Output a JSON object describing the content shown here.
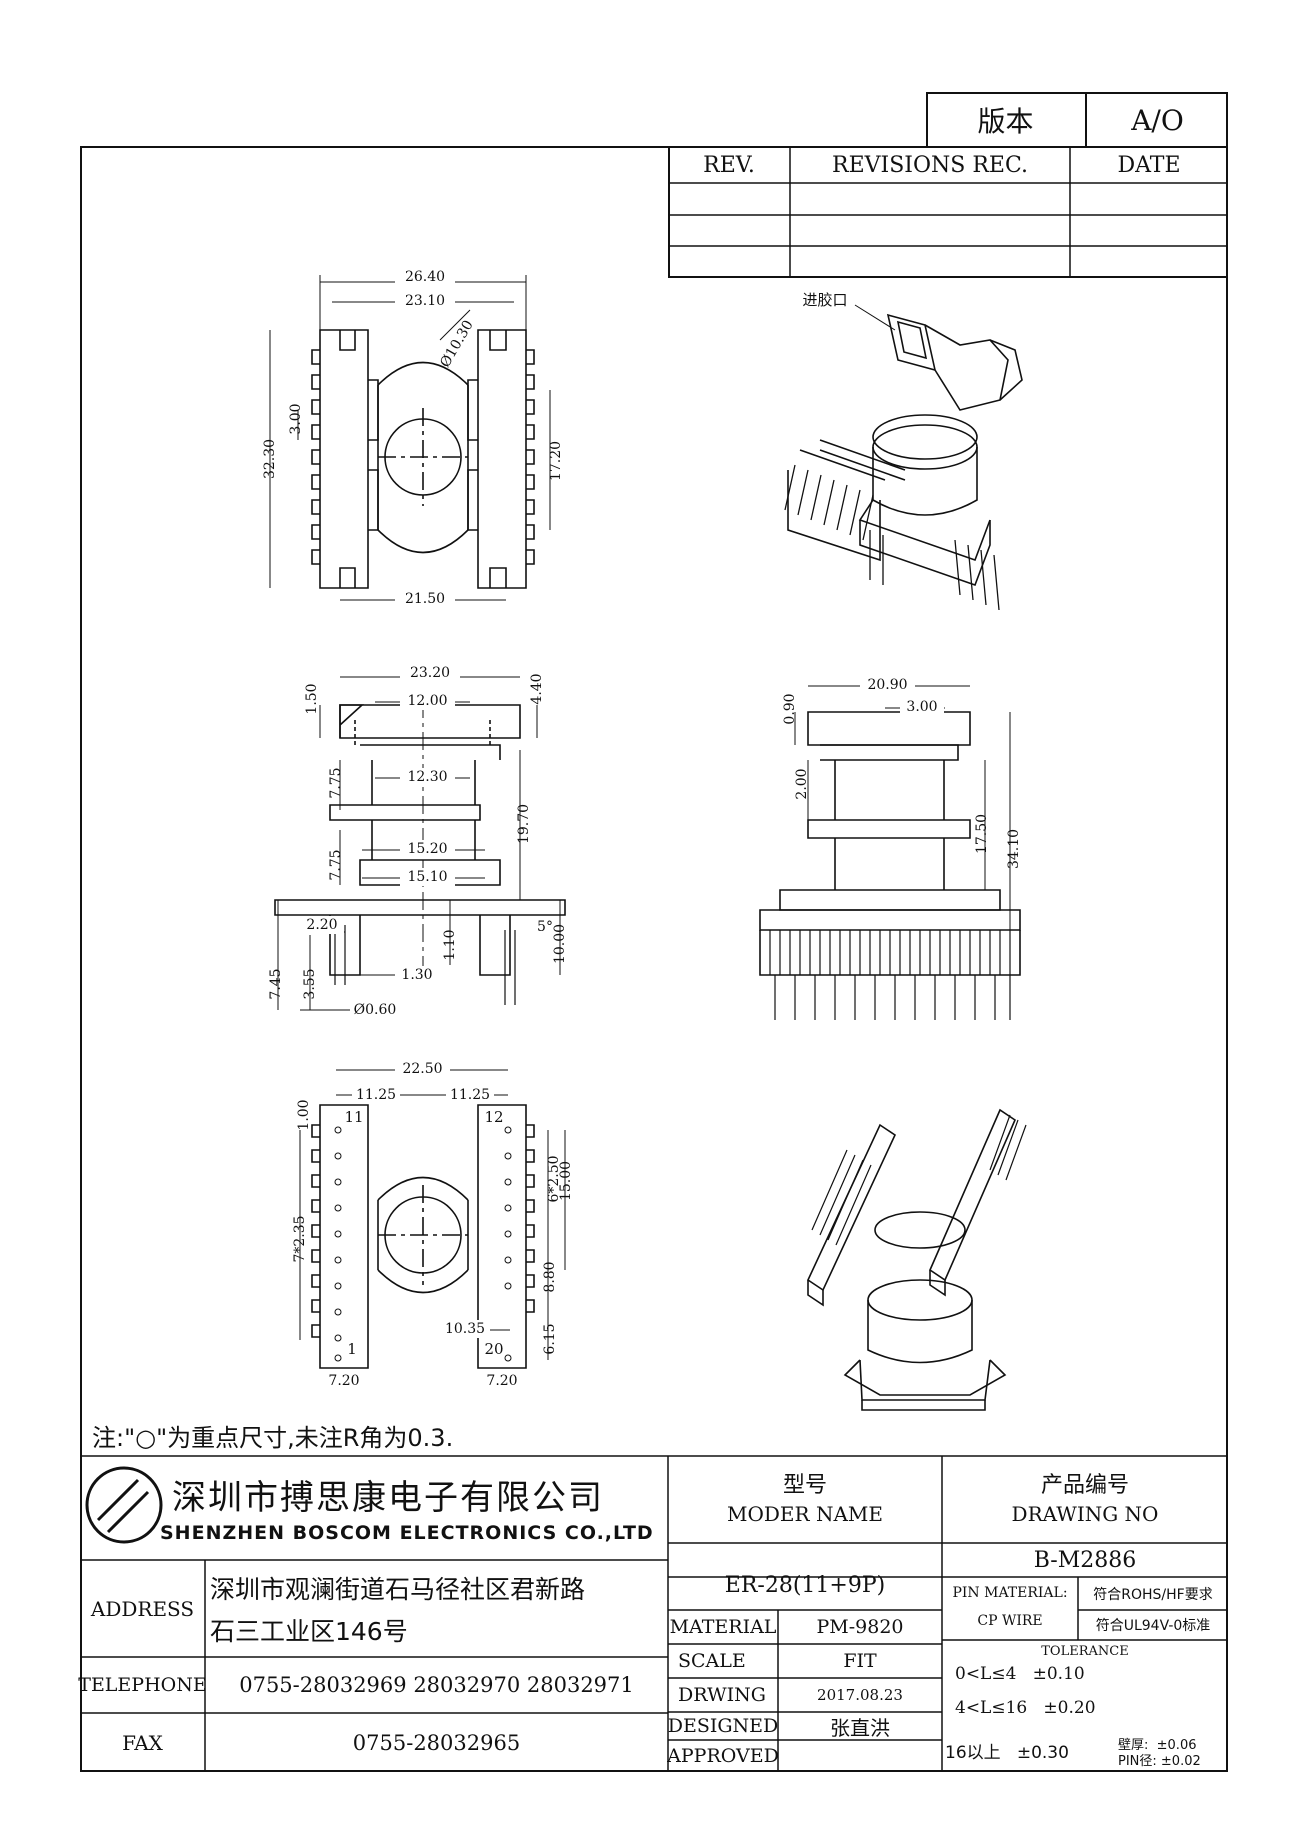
{
  "version_box": {
    "label": "版本",
    "value": "A/O"
  },
  "revisions": {
    "col_rev": "REV.",
    "col_rec": "REVISIONS REC.",
    "col_date": "DATE"
  },
  "gate_label": "进胶口",
  "dims": {
    "top": {
      "a": "26.40",
      "b": "23.10",
      "c": "21.50",
      "h": "32.30",
      "h2": "3.00",
      "h3": "17.20",
      "dia": "Ø10.30"
    },
    "mid": {
      "a": "23.20",
      "b": "12.00",
      "c": "12.30",
      "d": "15.20",
      "e": "15.10",
      "f": "1.50",
      "g": "4.40",
      "h": "7.75",
      "i": "7.75",
      "j": "19.70",
      "k": "2.20",
      "l": "1.10",
      "m": "10.00",
      "n": "7.45",
      "o": "3.55",
      "p": "1.30",
      "q": "Ø0.60",
      "angle": "5°"
    },
    "side": {
      "a": "20.90",
      "b": "3.00",
      "c": "0.90",
      "d": "2.00",
      "e": "17.50",
      "f": "34.10"
    },
    "bottom": {
      "a": "22.50",
      "b": "11.25",
      "c": "11.25",
      "d": "1.00",
      "e": "7*2.35",
      "f": "6*2.50",
      "g": "15.00",
      "h": "8.80",
      "i": "6.15",
      "j": "10.35",
      "k": "7.20",
      "l": "7.20",
      "p11": "11",
      "p12": "12",
      "p1": "1",
      "p20": "20"
    }
  },
  "note": "注:\"○\"为重点尺寸,未注R角为0.3.",
  "company": {
    "cn": "深圳市搏思康电子有限公司",
    "en": "SHENZHEN BOSCOM ELECTRONICS CO.,LTD"
  },
  "title_block": {
    "model_cn": "型号",
    "model_en": "MODER NAME",
    "model_value": "ER-28(11+9P)",
    "drawing_cn": "产品编号",
    "drawing_en": "DRAWING NO",
    "drawing_value": "B-M2886",
    "address_label": "ADDRESS",
    "address_line1": "深圳市观澜街道石马径社区君新路",
    "address_line2": "石三工业区146号",
    "telephone_label": "TELEPHONE",
    "telephone_value": "0755-28032969 28032970 28032971",
    "fax_label": "FAX",
    "fax_value": "0755-28032965",
    "material_label": "MATERIAL",
    "material_value": "PM-9820",
    "scale_label": "SCALE",
    "scale_value": "FIT",
    "drwing_label": "DRWING",
    "drwing_value": "2017.08.23",
    "designed_label": "DESIGNED",
    "designed_value": "张直洪",
    "approved_label": "APPROVED",
    "approved_value": "",
    "pin_material_label": "PIN MATERIAL:",
    "pin_material_value": "CP WIRE",
    "rohs": "符合ROHS/HF要求",
    "ul": "符合UL94V-0标准",
    "tolerance_label": "TOLERANCE",
    "tol1": "0<L≤4   ±0.10",
    "tol2": "4<L≤16   ±0.20",
    "tol3": "16以上   ±0.30",
    "wall": "壁厚:  ±0.06",
    "pin_dia": "PIN径: ±0.02"
  }
}
